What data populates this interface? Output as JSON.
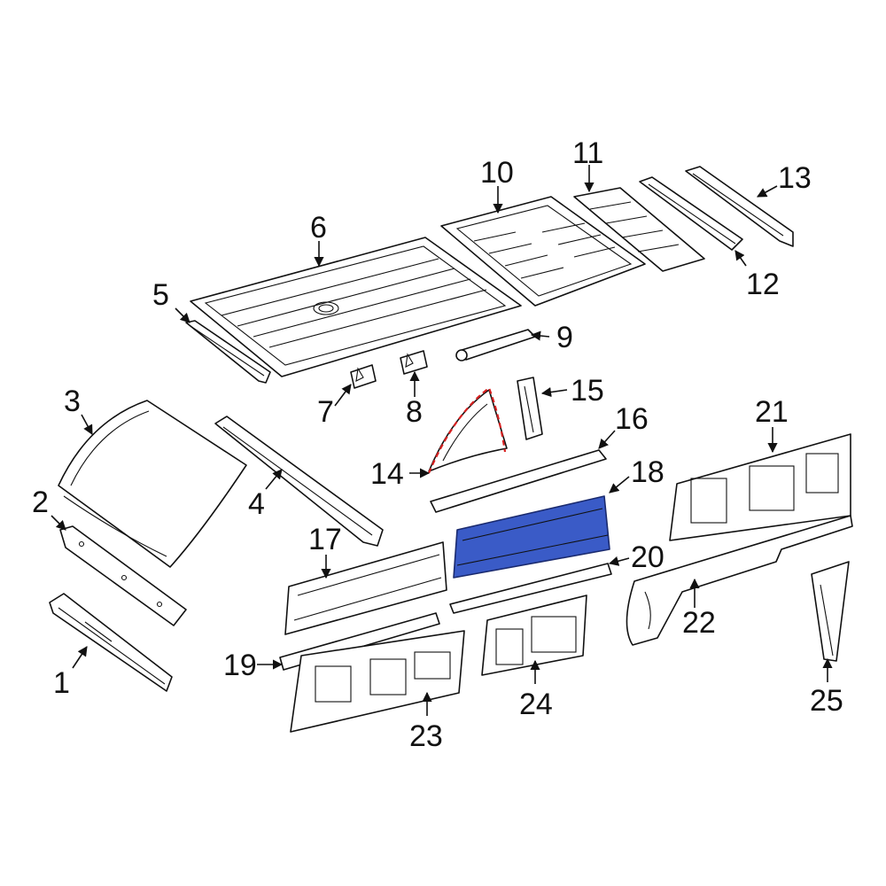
{
  "diagram": {
    "highlight_color": "#3a5bc7",
    "dash_color": "#d62020",
    "highlighted_part": "18",
    "callouts": {
      "c1": "1",
      "c2": "2",
      "c3": "3",
      "c4": "4",
      "c5": "5",
      "c6": "6",
      "c7": "7",
      "c8": "8",
      "c9": "9",
      "c10": "10",
      "c11": "11",
      "c12": "12",
      "c13": "13",
      "c14": "14",
      "c15": "15",
      "c16": "16",
      "c17": "17",
      "c18": "18",
      "c19": "19",
      "c20": "20",
      "c21": "21",
      "c22": "22",
      "c23": "23",
      "c24": "24",
      "c25": "25"
    }
  }
}
